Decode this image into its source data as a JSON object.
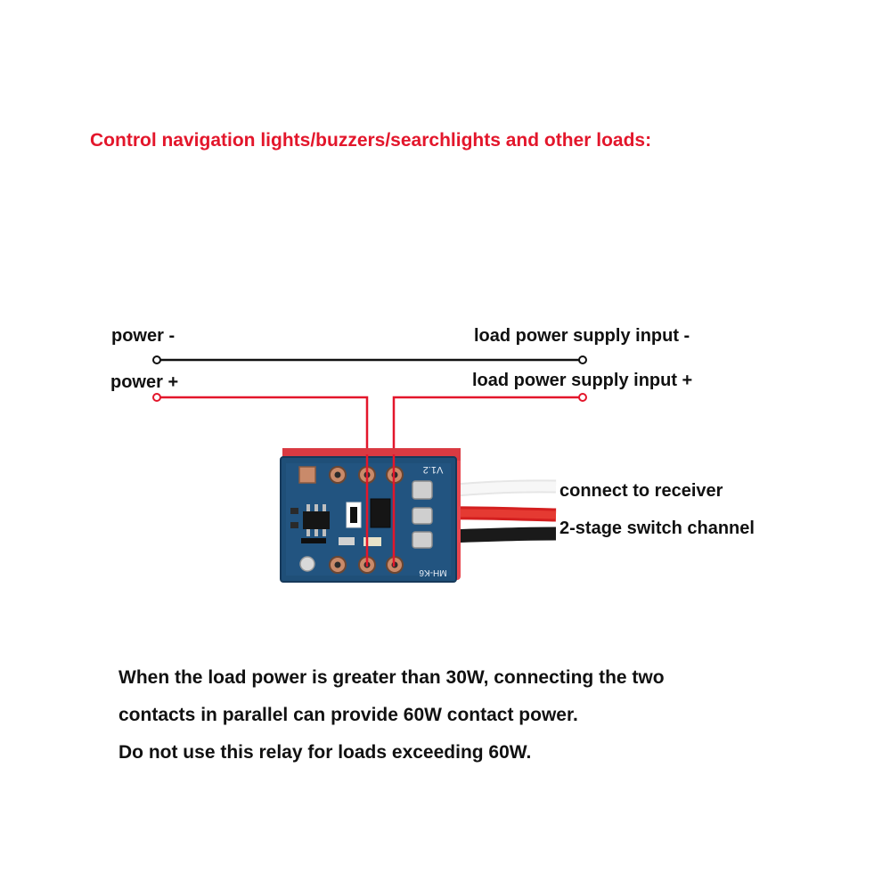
{
  "heading": "Control navigation lights/buzzers/searchlights and other loads:",
  "heading_color": "#e3162b",
  "wire_labels": {
    "power_minus": "power -",
    "power_plus": "power +",
    "load_minus": "load power supply input -",
    "load_plus": "load power supply input +",
    "receiver": "connect to receiver",
    "channel": "2-stage switch channel"
  },
  "board": {
    "version_mark": "V1.2",
    "model_mark": "MH-K6"
  },
  "notes": [
    "When the load power is greater than 30W, connecting the two",
    "contacts in parallel can provide 60W contact power.",
    "Do not use this relay for loads exceeding 60W."
  ],
  "colors": {
    "negative_wire": "#111111",
    "positive_wire": "#e3162b",
    "pcb": "#1f4f78",
    "relay_body": "#e8474f"
  }
}
